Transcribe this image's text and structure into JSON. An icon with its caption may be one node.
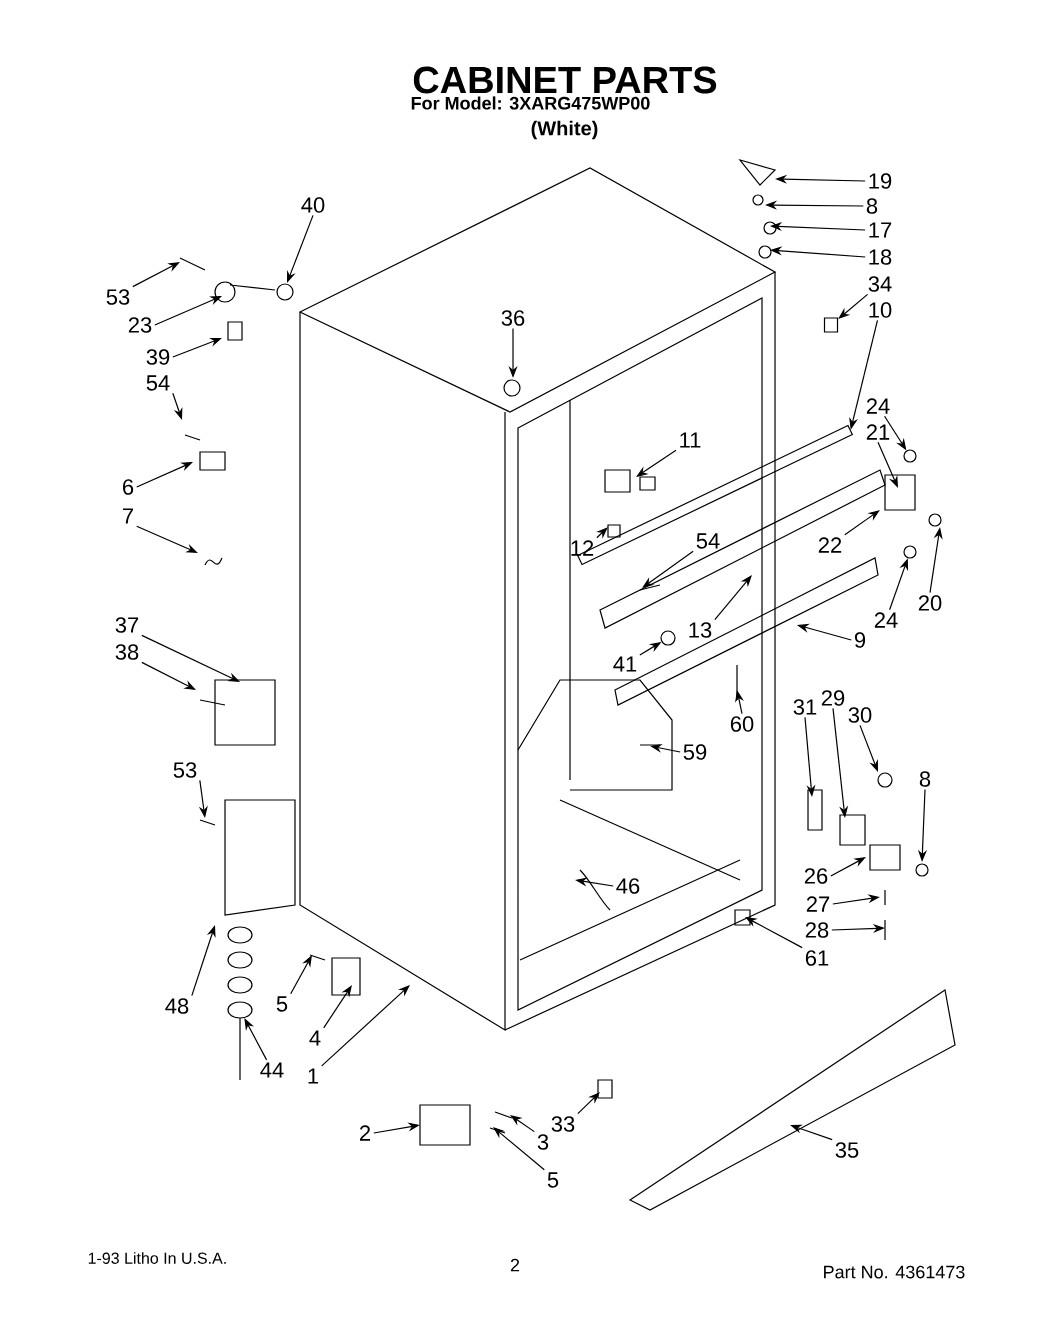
{
  "diagram": {
    "title": "CABINET PARTS",
    "nodes": [
      {
        "text": [
          "19"
        ]
      },
      {
        "text": [
          "8"
        ]
      },
      {
        "text": [
          "17"
        ]
      },
      {
        "text": [
          "18"
        ]
      },
      {
        "text": [
          "40"
        ]
      },
      {
        "text": [
          "53"
        ]
      },
      {
        "text": [
          "34"
        ]
      },
      {
        "text": [
          "10"
        ]
      },
      {
        "text": [
          "23"
        ]
      },
      {
        "text": [
          "36"
        ]
      },
      {
        "text": [
          "39"
        ]
      },
      {
        "text": [
          "54"
        ]
      },
      {
        "text": [
          "24"
        ]
      },
      {
        "text": [
          "21"
        ]
      },
      {
        "text": [
          "11"
        ]
      },
      {
        "text": [
          "6"
        ]
      },
      {
        "text": [
          "7"
        ]
      },
      {
        "text": [
          "12"
        ]
      },
      {
        "text": [
          "54"
        ]
      },
      {
        "text": [
          "22"
        ]
      },
      {
        "text": [
          "20"
        ]
      },
      {
        "text": [
          "24"
        ]
      },
      {
        "text": [
          "13"
        ]
      },
      {
        "text": [
          "9"
        ]
      },
      {
        "text": [
          "37"
        ]
      },
      {
        "text": [
          "38"
        ]
      },
      {
        "text": [
          "41"
        ]
      },
      {
        "text": [
          "60"
        ]
      },
      {
        "text": [
          "59"
        ]
      },
      {
        "text": [
          "31"
        ]
      },
      {
        "text": [
          "29"
        ]
      },
      {
        "text": [
          "30"
        ]
      },
      {
        "text": [
          "53"
        ]
      },
      {
        "text": [
          "8"
        ]
      },
      {
        "text": [
          "26"
        ]
      },
      {
        "text": [
          "46"
        ]
      },
      {
        "text": [
          "27"
        ]
      },
      {
        "text": [
          "28"
        ]
      },
      {
        "text": [
          "61"
        ]
      },
      {
        "text": [
          "5"
        ]
      },
      {
        "text": [
          "48"
        ]
      },
      {
        "text": [
          "4"
        ]
      },
      {
        "text": [
          "44"
        ]
      },
      {
        "text": [
          "1"
        ]
      },
      {
        "text": [
          "2"
        ]
      },
      {
        "text": [
          "33"
        ]
      },
      {
        "text": [
          "3"
        ]
      },
      {
        "text": [
          "35"
        ]
      },
      {
        "text": [
          "5"
        ]
      },
      {
        "text": [],
        "shape": "box"
      },
      {
        "text": [],
        "shape": "bar"
      },
      {
        "text": [],
        "shape": "circle"
      },
      {
        "text": [],
        "shape": "circle"
      },
      {
        "text": [],
        "shape": "circle"
      },
      {
        "text": [],
        "shape": "ellipse"
      }
    ],
    "edges": [
      {
        "from": 0,
        "to": null,
        "arrow": "to"
      },
      {
        "from": 1,
        "to": null,
        "arrow": "to"
      },
      {
        "from": 2,
        "to": null,
        "arrow": "to"
      },
      {
        "from": 3,
        "to": null,
        "arrow": "to"
      },
      {
        "from": 4,
        "to": null,
        "arrow": "to"
      },
      {
        "from": 5,
        "to": null,
        "arrow": "to"
      },
      {
        "from": 6,
        "to": 49,
        "arrow": "to"
      },
      {
        "from": 7,
        "to": 50,
        "arrow": "to"
      },
      {
        "from": 8,
        "to": null,
        "arrow": "to"
      },
      {
        "from": 9,
        "to": null,
        "arrow": "to"
      },
      {
        "from": 10,
        "to": null,
        "arrow": "to"
      },
      {
        "from": 11,
        "to": null,
        "arrow": "to"
      },
      {
        "from": 12,
        "to": 51,
        "arrow": "to"
      },
      {
        "from": 13,
        "to": null,
        "arrow": "to"
      },
      {
        "from": 14,
        "to": null,
        "arrow": "to"
      },
      {
        "from": 15,
        "to": null,
        "arrow": "to"
      },
      {
        "from": 16,
        "to": null,
        "arrow": "to"
      },
      {
        "from": 17,
        "to": null,
        "arrow": "to"
      },
      {
        "from": 18,
        "to": null,
        "arrow": "to"
      },
      {
        "from": 19,
        "to": null,
        "arrow": "to"
      },
      {
        "from": 20,
        "to": null,
        "arrow": "to"
      },
      {
        "from": 21,
        "to": 52,
        "arrow": "to"
      },
      {
        "from": 22,
        "to": null,
        "arrow": "to"
      },
      {
        "from": 23,
        "to": null,
        "arrow": "to"
      },
      {
        "from": 24,
        "to": null,
        "arrow": "to"
      },
      {
        "from": 25,
        "to": null,
        "arrow": "to"
      },
      {
        "from": 26,
        "to": 53,
        "arrow": "to"
      },
      {
        "from": 27,
        "to": null,
        "arrow": "to"
      },
      {
        "from": 28,
        "to": null,
        "arrow": "to"
      },
      {
        "from": 29,
        "to": null,
        "arrow": "to"
      },
      {
        "from": 30,
        "to": null,
        "arrow": "to"
      },
      {
        "from": 31,
        "to": null,
        "arrow": "to"
      },
      {
        "from": 32,
        "to": null,
        "arrow": "to"
      },
      {
        "from": 33,
        "to": null,
        "arrow": "to"
      },
      {
        "from": 34,
        "to": null,
        "arrow": "to"
      },
      {
        "from": 35,
        "to": null,
        "arrow": "to"
      },
      {
        "from": 36,
        "to": null,
        "arrow": "to"
      },
      {
        "from": 37,
        "to": null,
        "arrow": "to"
      },
      {
        "from": 38,
        "to": null,
        "arrow": "to"
      },
      {
        "from": 39,
        "to": null,
        "arrow": "to"
      },
      {
        "from": 40,
        "to": null,
        "arrow": "to"
      },
      {
        "from": 41,
        "to": null,
        "arrow": "to"
      },
      {
        "from": 42,
        "to": 54,
        "arrow": "to"
      },
      {
        "from": 43,
        "to": null,
        "arrow": "to"
      },
      {
        "from": 44,
        "to": null,
        "arrow": "to"
      },
      {
        "from": 45,
        "to": null,
        "arrow": "to"
      },
      {
        "from": 46,
        "to": null,
        "arrow": "to"
      },
      {
        "from": 47,
        "to": null,
        "arrow": "to"
      },
      {
        "from": 48,
        "to": null,
        "arrow": "to"
      }
    ],
    "labels": [
      "For Model: 3XARG475WP00",
      "(White)",
      "1-93 Litho In U.S.A.",
      "2",
      "Part No. 4361473"
    ]
  }
}
